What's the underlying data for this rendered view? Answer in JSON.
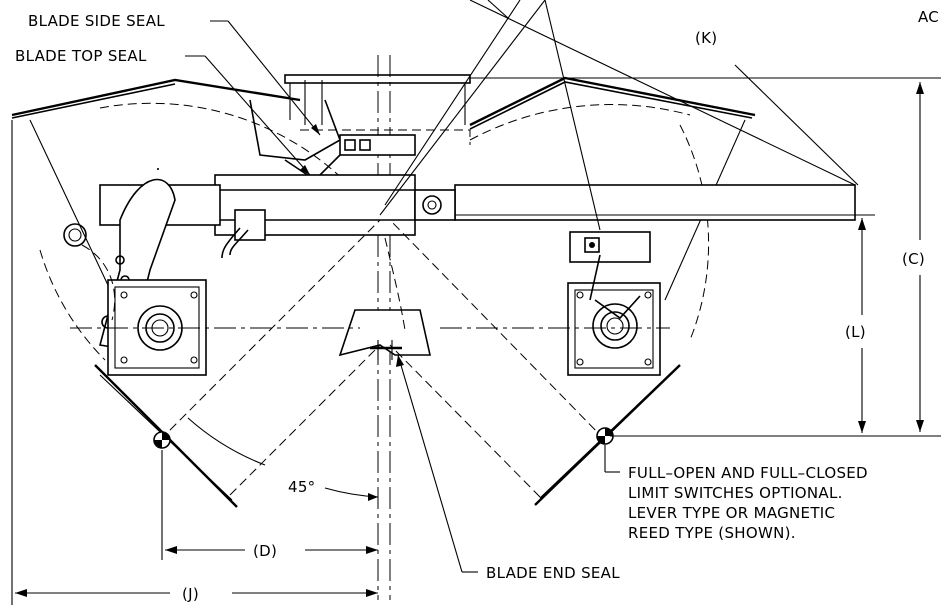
{
  "labels": {
    "blade_side_seal": "BLADE SIDE SEAL",
    "blade_top_seal": "BLADE TOP SEAL",
    "k": "(K)",
    "c": "(C)",
    "l": "(L)",
    "d": "(D)",
    "j": "(J)",
    "angle": "45°",
    "limit_line1": "FULL–OPEN AND FULL–CLOSED",
    "limit_line2": "LIMIT SWITCHES OPTIONAL.",
    "limit_line3": "LEVER TYPE OR MAGNETIC",
    "limit_line4": "REED TYPE (SHOWN).",
    "blade_end_seal": "BLADE END SEAL",
    "corner_fragment": "AC"
  },
  "colors": {
    "ink": "#000000",
    "paper": "#ffffff"
  },
  "icons": [
    "pivot-marker-icon",
    "actuator-cylinder",
    "limit-switch",
    "bearing-flange"
  ]
}
